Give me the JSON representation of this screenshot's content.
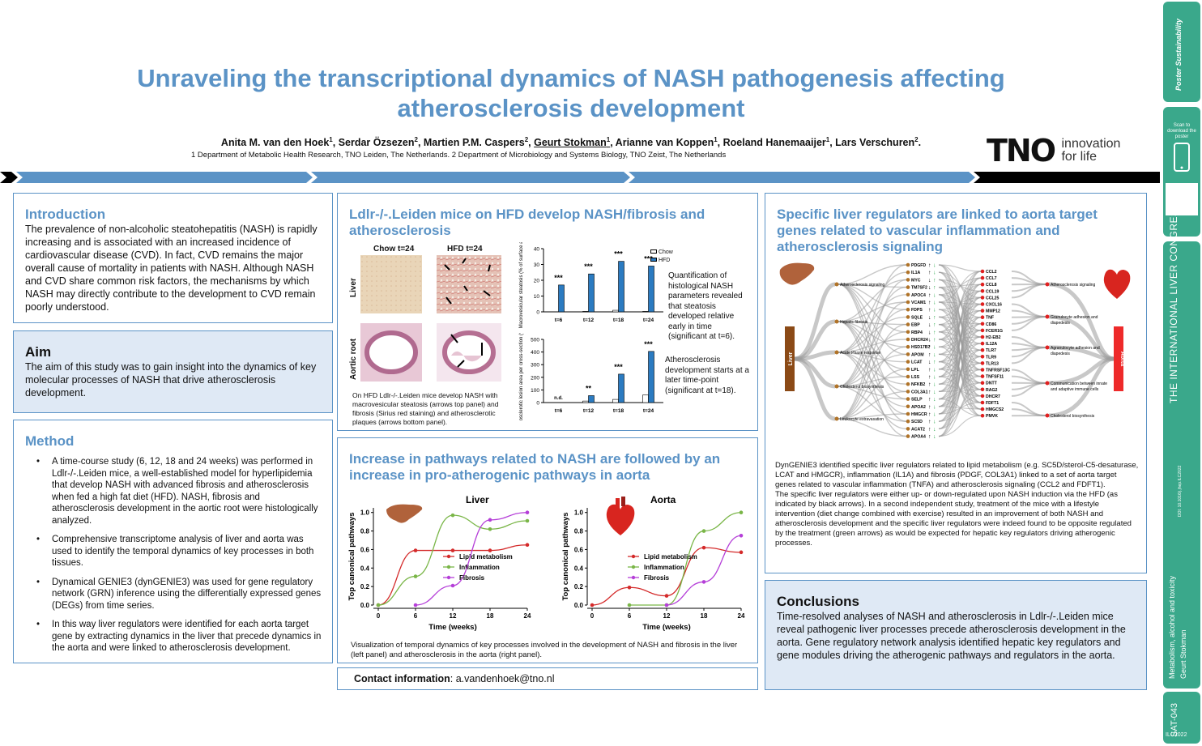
{
  "header": {
    "title_line1": "Unraveling the transcriptional dynamics of NASH pathogenesis affecting",
    "title_line2": "atherosclerosis development",
    "authors": [
      {
        "name": "Anita M. van den Hoek",
        "sup": "1"
      },
      {
        "name": "Serdar Özsezen",
        "sup": "2"
      },
      {
        "name": "Martien P.M. Caspers",
        "sup": "2"
      },
      {
        "name": "Geurt Stokman",
        "sup": "1"
      },
      {
        "name": "Arianne van Koppen",
        "sup": "1"
      },
      {
        "name": "Roeland Hanemaaijer",
        "sup": "1"
      },
      {
        "name": "Lars Verschuren",
        "sup": "2"
      }
    ],
    "affiliations": "1 Department of Metabolic Health Research, TNO Leiden, The Netherlands. 2 Department of Microbiology and Systems Biology, TNO Zeist, The Netherlands",
    "logo_main": "TNO",
    "logo_line1": "innovation",
    "logo_line2": "for life"
  },
  "introduction": {
    "heading": "Introduction",
    "text": "The prevalence of non-alcoholic steatohepatitis (NASH) is rapidly increasing and is associated with an increased incidence of cardiovascular disease (CVD). In fact, CVD remains the major overall cause of mortality in patients with NASH. Although NASH and CVD share common risk factors, the mechanisms by which NASH may directly contribute to the development to CVD remain poorly understood."
  },
  "aim": {
    "heading": "Aim",
    "text": "The aim of this study was to gain insight into the dynamics of key molecular processes of NASH that drive atherosclerosis development."
  },
  "method": {
    "heading": "Method",
    "items": [
      "A time-course study (6, 12, 18 and 24 weeks) was performed in Ldlr-/-.Leiden mice, a well-established model for hyperlipidemia that develop NASH with advanced fibrosis and atherosclerosis when fed a high fat diet (HFD). NASH, fibrosis and atherosclerosis development in the aortic root were histologically analyzed.",
      "Comprehensive transcriptome analysis of liver and aorta was used to identify the temporal dynamics of key processes in both tissues.",
      "Dynamical GENIE3 (dynGENIE3) was used for gene regulatory network (GRN) inference using the differentially expressed genes (DEGs) from time series.",
      "In this way liver regulators were identified for each aorta target gene by extracting dynamics in the liver that precede dynamics in the aorta and were linked to atherosclerosis development."
    ]
  },
  "mice": {
    "heading": "Ldlr-/-.Leiden mice on HFD develop NASH/fibrosis and atherosclerosis",
    "col_chow": "Chow t=24",
    "col_hfd": "HFD t=24",
    "row_liver": "Liver",
    "row_aorta": "Aortic root",
    "caption": "On HFD Ldlr-/-.Leiden mice develop NASH with macrovesicular steatosis (arrows top panel) and fibrosis (Sirius red staining) and atherosclerotic plaques (arrows bottom panel).",
    "note1": "Quantification of histological NASH parameters revealed that steatosis developed relative early in time (significant at t=6).",
    "note2": "Atherosclerosis development starts at a later time-point (significant at t=18)."
  },
  "chart_data": [
    {
      "type": "bar",
      "ylabel": "Macrovesicular steatosis (% of surface area)",
      "categories": [
        "t=6",
        "t=12",
        "t=18",
        "t=24"
      ],
      "ylim": [
        0,
        40
      ],
      "yticks": [
        "0",
        "10",
        "20",
        "30",
        "40"
      ],
      "legend": [
        "Chow",
        "HFD"
      ],
      "series": [
        {
          "name": "Chow",
          "values": [
            0,
            0.3,
            1,
            0.3
          ]
        },
        {
          "name": "HFD",
          "values": [
            17,
            24,
            32,
            29
          ]
        }
      ],
      "annotations": [
        "***",
        "***",
        "***",
        "***"
      ]
    },
    {
      "type": "bar",
      "ylabel": "Atherosclerotic lesion area per cross-section (*1000 µm²)",
      "categories": [
        "t=6",
        "t=12",
        "t=18",
        "t=24"
      ],
      "ylim": [
        0,
        500
      ],
      "yticks": [
        "0",
        "100",
        "200",
        "300",
        "400",
        "500"
      ],
      "series": [
        {
          "name": "Chow",
          "values": [
            0,
            12,
            25,
            60
          ]
        },
        {
          "name": "HFD",
          "values": [
            0,
            55,
            225,
            405
          ]
        }
      ],
      "annotations": [
        "n.d.",
        "**",
        "***",
        "***"
      ]
    },
    {
      "type": "line",
      "title": "Liver",
      "xlabel": "Time (weeks)",
      "ylabel": "Top canonical pathways",
      "xticks": [
        "0",
        "6",
        "12",
        "18",
        "24"
      ],
      "yticks": [
        "0.0",
        "0.2",
        "0.4",
        "0.6",
        "0.8",
        "1.0"
      ],
      "xlim": [
        0,
        24
      ],
      "ylim": [
        0,
        1.05
      ],
      "series": [
        {
          "name": "Lipid metabolism",
          "color": "#d42a2a",
          "x": [
            0,
            6,
            12,
            18,
            24
          ],
          "y": [
            0,
            0.59,
            0.59,
            0.59,
            0.65
          ]
        },
        {
          "name": "Inflammation",
          "color": "#7ab648",
          "x": [
            0,
            6,
            12,
            18,
            24
          ],
          "y": [
            0,
            0.31,
            0.97,
            0.82,
            0.91
          ]
        },
        {
          "name": "Fibrosis",
          "color": "#b53fd8",
          "x": [
            6,
            12,
            18,
            24
          ],
          "y": [
            0,
            0.21,
            0.92,
            1.0
          ]
        }
      ]
    },
    {
      "type": "line",
      "title": "Aorta",
      "xlabel": "Time (weeks)",
      "ylabel": "Top canonical pathways",
      "xticks": [
        "0",
        "6",
        "12",
        "18",
        "24"
      ],
      "yticks": [
        "0.0",
        "0.2",
        "0.4",
        "0.6",
        "0.8",
        "1.0"
      ],
      "xlim": [
        0,
        24
      ],
      "ylim": [
        0,
        1.05
      ],
      "series": [
        {
          "name": "Lipid metabolism",
          "color": "#d42a2a",
          "x": [
            0,
            6,
            12,
            18,
            24
          ],
          "y": [
            0,
            0.19,
            0.1,
            0.62,
            0.57
          ]
        },
        {
          "name": "Inflammation",
          "color": "#7ab648",
          "x": [
            6,
            12,
            18,
            24
          ],
          "y": [
            0,
            0,
            0.8,
            1.0
          ]
        },
        {
          "name": "Fibrosis",
          "color": "#b53fd8",
          "x": [
            12,
            18,
            24
          ],
          "y": [
            0,
            0.25,
            0.75
          ]
        }
      ]
    }
  ],
  "pathways": {
    "heading": "Increase in pathways related to NASH are followed by an increase in pro-atherogenic pathways in aorta",
    "caption": "Visualization of temporal dynamics of key processes involved in the development of NASH and fibrosis in the liver (left panel) and atherosclerosis in the aorta (right panel)."
  },
  "contact": {
    "label": "Contact information",
    "value": ": a.vandenhoek@tno.nl"
  },
  "network": {
    "heading": "Specific liver regulators are linked to aorta target genes related to vascular inflammation and atherosclerosis signaling",
    "liver_label": "Liver",
    "aorta_label": "Aorta",
    "left_processes": [
      "Atherosclerosis signaling",
      "Hepatic fibrosis",
      "Acute Phase response",
      "Cholesterol biosynthesis",
      "Leukocyte extravasation"
    ],
    "regulators": [
      "PDGFD",
      "IL1A",
      "MYC",
      "TM7SF2",
      "APOC4",
      "VCAM1",
      "FDPS",
      "SQLE",
      "EBP",
      "RBP4",
      "DHCR24",
      "HSD17B7",
      "APOM",
      "LCAT",
      "LPL",
      "LSS",
      "NFKB2",
      "COL3A1",
      "SELP",
      "APOA2",
      "HMGCR",
      "SC5D",
      "ACAT2",
      "APOA4"
    ],
    "regulator_dirs": [
      "up",
      "up",
      "down",
      "down",
      "up",
      "up",
      "up",
      "down",
      "down",
      "down",
      "down",
      "up",
      "up",
      "down",
      "up",
      "up",
      "up",
      "up",
      "up",
      "up",
      "up",
      "up",
      "up",
      "up"
    ],
    "targets": [
      "CCL2",
      "CCL7",
      "CCL8",
      "CCL19",
      "CCL25",
      "CXCL16",
      "MMP12",
      "TNF",
      "CD86",
      "FCER1G",
      "H2-EB2",
      "IL12A",
      "TLR7",
      "TLR9",
      "TLR13",
      "TNFRSF13C",
      "TNFSF11",
      "DNTT",
      "RAG2",
      "DHCR7",
      "FDFT1",
      "HMGCS2",
      "PMVK"
    ],
    "right_processes": [
      "Atherosclerosis signaling",
      "Granulocyte adhesion and diapedesis",
      "Agranulocyte adhesion and diapedesis",
      "Communication between innate and adaptive immune cells",
      "Cholesterol biosynthesis"
    ],
    "desc1": "DynGENIE3 identified specific liver regulators related to lipid metabolism (e.g. SC5D/sterol-C5-desaturase, LCAT and HMGCR), inflammation (IL1A) and fibrosis (PDGF, COL3A1) linked to a set of aorta target genes related to vascular inflammation (TNFA) and atherosclerosis signaling (CCL2 and FDFT1).",
    "desc2": "The specific liver regulators were either up- or down-regulated upon NASH induction via the HFD (as indicated by black arrows). In a second independent study, treatment of the mice with a lifestyle intervention (diet change combined with exercise) resulted in an improvement of both NASH and atherosclerosis development and the specific liver regulators were indeed found to be opposite regulated by the treatment (green arrows) as would be expected for hepatic key regulators driving atherogenic processes."
  },
  "conclusions": {
    "heading": "Conclusions",
    "text": "Time-resolved analyses of NASH and atherosclerosis in Ldlr-/-.Leiden mice reveal pathogenic liver processes precede atherosclerosis development in the aorta. Gene regulatory network analysis identified hepatic key regulators and gene modules driving the atherogenic pathways and regulators in the aorta."
  },
  "sidebar": {
    "brand": "Poster Sustainability",
    "scan": "Scan to download the poster",
    "congress": "THE INTERNATIONAL LIVER CONGRESS™",
    "doi": "DOI: 10.1016/j.jhep.ILC2022",
    "topic": "Metabolism, alcohol and toxicity",
    "presenter": "Geurt Stokman",
    "code": "SAT-043",
    "year": "ILC2022"
  },
  "colors": {
    "accent": "#5b93c6",
    "panel_fill": "#dfe9f5",
    "sidebar": "#3aa88b",
    "bar_hfd": "#2b7bc1"
  }
}
